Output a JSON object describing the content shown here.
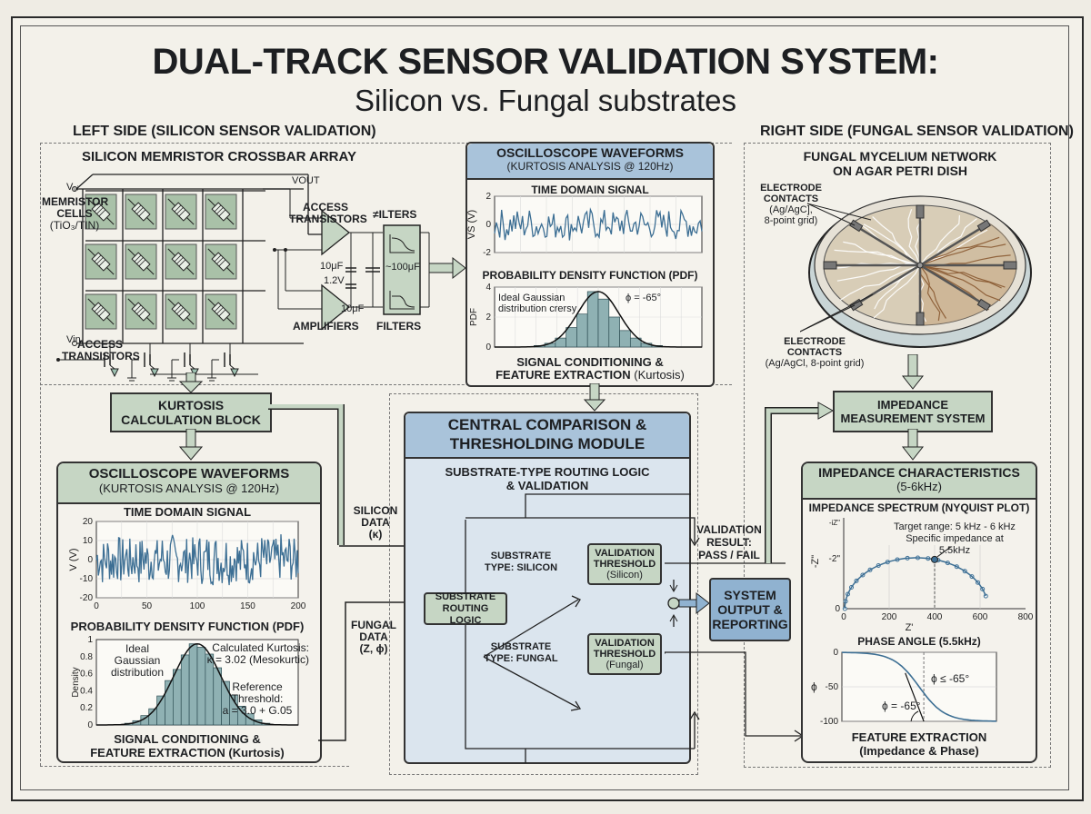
{
  "title": "DUAL-TRACK SENSOR VALIDATION SYSTEM:",
  "subtitle": "Silicon vs. Fungal substrates",
  "left_side": {
    "label": "LEFT SIDE (SILICON SENSOR VALIDATION)",
    "crossbar": {
      "title": "SILICON MEMRISTOR CROSSBAR ARRAY",
      "v_top": "Vᵤᵢ",
      "v_out": "VOUT",
      "v_in": "Vin",
      "memristor_label_1": "MEMRISTOR",
      "memristor_label_2": "CELLS",
      "memristor_label_3": "(TiO₃/TIN)",
      "access_transistors_1": "ACCESS",
      "access_transistors_2": "TRANSISTORS",
      "rows": 3,
      "cols": 4
    },
    "amp_section": {
      "access_label_1": "ACCESS",
      "access_label_2": "TRANSISTORS",
      "amplifiers_label": "AMPLIFIERS",
      "cap_1": "10μF",
      "cap_2": "1.2V",
      "cap_3": "10μF",
      "filters_top": "≠ILTERS",
      "filters_value": "~100μF",
      "filters_bottom": "FILTERS"
    },
    "kurtosis_block": {
      "line1": "KURTOSIS",
      "line2": "CALCULATION BLOCK"
    },
    "oscilloscope": {
      "title": "OSCILLOSCOPE WAVEFORMS",
      "subtitle": "(KURTOSIS ANALYSIS @ 120Hz)",
      "time_title": "TIME DOMAIN SIGNAL",
      "pdf_title": "PROBABILITY DENSITY FUNCTION (PDF)",
      "footer_1": "SIGNAL CONDITIONING &",
      "footer_2": "FEATURE EXTRACTION (Kurtosis)",
      "gauss_label_1": "Ideal",
      "gauss_label_2": "Gaussian",
      "gauss_label_3": "distribution",
      "kurt_label_1": "Calculated Kurtosis:",
      "kurt_label_2": "κ = 3.02 (Mesokurtic)",
      "thresh_label_1": "Reference Threshold:",
      "thresh_label_2": "a = 3.0 + G.05"
    }
  },
  "top_scope": {
    "title": "OSCILLOSCOPE WAVEFORMS",
    "subtitle": "(KURTOSIS ANALYSIS @ 120Hz)",
    "time_title": "TIME DOMAIN SIGNAL",
    "pdf_title": "PROBABILITY DENSITY FUNCTION (PDF)",
    "gauss_label_1": "Ideal Gaussian",
    "gauss_label_2": "distribution crersy",
    "phi_label": "ϕ = -65°",
    "footer_1": "SIGNAL CONDITIONING &",
    "footer_2a": "FEATURE EXTRACTION",
    "footer_2b": " (Kurtosis)"
  },
  "central": {
    "title_1": "CENTRAL COMPARISON &",
    "title_2": "THRESHOLDING MODULE",
    "subtitle_1": "SUBSTRATE-TYPE ROUTING LOGIC",
    "subtitle_2": "& VALIDATION",
    "routing_1": "SUBSTRATE",
    "routing_2": "ROUTING LOGIC",
    "silicon_branch_1": "SUBSTRATE",
    "silicon_branch_2": "TYPE: SILICON",
    "fungal_branch_1": "SUBSTRATE",
    "fungal_branch_2": "TYPE: FUNGAL",
    "vt_silicon": {
      "l1": "VALIDATION",
      "l2": "THRESHOLD",
      "l3": "(Silicon)"
    },
    "vt_fungal": {
      "l1": "VALIDATION",
      "l2": "THRESHOLD",
      "l3": "(Fungal)"
    }
  },
  "flows": {
    "silicon_data_1": "SILICON",
    "silicon_data_2": "DATA",
    "silicon_data_3": "(κ)",
    "fungal_data_1": "FUNGAL",
    "fungal_data_2": "DATA",
    "fungal_data_3": "(Z, ϕ)",
    "validation_1": "VALIDATION",
    "validation_2": "RESULT:",
    "validation_3": "PASS / FAIL"
  },
  "system_output": {
    "l1": "SYSTEM",
    "l2": "OUTPUT &",
    "l3": "REPORTING"
  },
  "right_side": {
    "label": "RIGHT SIDE (FUNGAL SENSOR VALIDATION)",
    "dish_title_1": "FUNGAL MYCELIUM NETWORK",
    "dish_title_2": "ON AGAR PETRI DISH",
    "electrode_top_1": "ELECTRODE",
    "electrode_top_2": "CONTACTS",
    "electrode_top_3": "(Ag/AgC],",
    "electrode_top_4": "8-point grid)",
    "electrode_bot_1": "ELECTRODE",
    "electrode_bot_2": "CONTACTS",
    "electrode_bot_3": "(Ag/AgCl, 8-point grid)",
    "impedance_system_1": "IMPEDANCE",
    "impedance_system_2": "MEASUREMENT SYSTEM",
    "characteristics": {
      "title": "IMPEDANCE CHARACTERISTICS",
      "subtitle": "(5-6kHz)",
      "nyquist_title": "IMPEDANCE SPECTRUM (NYQUIST PLOT)",
      "target_1": "Target range: 5 kHz - 6 kHz",
      "target_2": "Specific impedance at 5.5kHz",
      "phase_title": "PHASE ANGLE (5.5kHz)",
      "phase_note_1": "ϕ ≤ -65°",
      "phase_note_2": "ϕ = -65°",
      "footer_1": "FEATURE EXTRACTION",
      "footer_2": "(Impedance & Phase)"
    }
  },
  "chart_data": [
    {
      "id": "silicon-time",
      "type": "line",
      "title": "TIME DOMAIN SIGNAL",
      "xlabel": "",
      "ylabel": "V (V)",
      "xlim": [
        0,
        200
      ],
      "ylim": [
        -20,
        20
      ],
      "xticks": [
        0,
        50,
        100,
        150,
        200
      ],
      "yticks": [
        20,
        10,
        0,
        -10,
        -20
      ],
      "grid": true,
      "series_note": "noise signal, amplitude approx ±15 V",
      "amplitude": 14,
      "points": 200
    },
    {
      "id": "silicon-pdf",
      "type": "bar",
      "title": "PROBABILITY DENSITY FUNCTION (PDF)",
      "ylabel": "Density",
      "ylim": [
        0,
        1
      ],
      "yticks": [
        1,
        0.8,
        0.6,
        0.4,
        0.2,
        0
      ],
      "grid": false,
      "values": [
        0.02,
        0.05,
        0.11,
        0.19,
        0.34,
        0.52,
        0.65,
        0.82,
        0.95,
        0.91,
        0.83,
        0.67,
        0.51,
        0.35,
        0.22,
        0.13,
        0.06,
        0.02
      ],
      "overlay": "gaussian"
    },
    {
      "id": "top-time",
      "type": "line",
      "title": "TIME DOMAIN SIGNAL",
      "ylabel": "VS (V)",
      "ylim": [
        -2,
        2
      ],
      "yticks": [
        2,
        0,
        -2
      ],
      "grid": true,
      "amplitude": 1.2,
      "points": 120
    },
    {
      "id": "top-pdf",
      "type": "bar",
      "title": "PROBABILITY DENSITY FUNCTION (PDF)",
      "ylabel": "PDF",
      "ylim": [
        0,
        4
      ],
      "yticks": [
        4,
        2,
        0
      ],
      "grid": true,
      "values": [
        0.1,
        0.25,
        0.6,
        1.3,
        2.2,
        3.7,
        3.2,
        2.0,
        1.1,
        0.6,
        0.25,
        0.1
      ],
      "overlay": "gaussian"
    },
    {
      "id": "nyquist",
      "type": "scatter",
      "title": "IMPEDANCE SPECTRUM (NYQUIST PLOT)",
      "xlabel": "Z'",
      "ylabel": "-Z\"",
      "xlim": [
        0,
        800
      ],
      "xticks": [
        0,
        200,
        400,
        600,
        800
      ],
      "yticks_labels": [
        "0",
        "-2\"",
        "-iZ\""
      ],
      "highlight_x": 400,
      "center": 320,
      "radius": 315
    },
    {
      "id": "phase",
      "type": "line",
      "title": "PHASE ANGLE (5.5kHz)",
      "ylabel": "ϕ",
      "ylim": [
        -100,
        0
      ],
      "yticks": [
        0,
        -50,
        -100
      ],
      "grid": true,
      "marker_phase": -65
    }
  ]
}
